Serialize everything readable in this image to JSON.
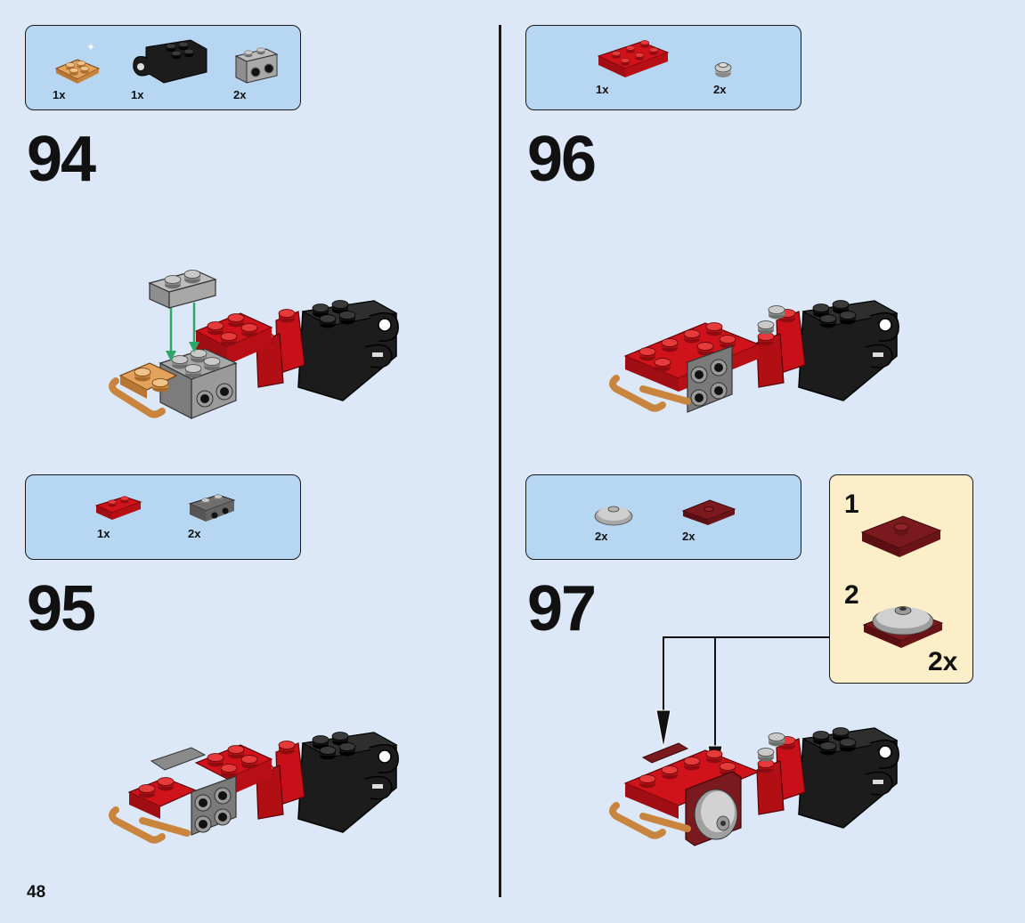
{
  "page": {
    "number": "48"
  },
  "steps": [
    {
      "number": "94",
      "parts": [
        {
          "name": "tan-plate-2x2-with-bar",
          "qty": "1x"
        },
        {
          "name": "black-bracket-with-clip",
          "qty": "1x"
        },
        {
          "name": "grey-bracket-1x2",
          "qty": "2x"
        }
      ]
    },
    {
      "number": "95",
      "parts": [
        {
          "name": "red-plate-1x2",
          "qty": "1x"
        },
        {
          "name": "dark-grey-bracket-1x2",
          "qty": "2x"
        }
      ]
    },
    {
      "number": "96",
      "parts": [
        {
          "name": "red-plate-2x3",
          "qty": "1x"
        },
        {
          "name": "grey-round-plate-1x1",
          "qty": "2x"
        }
      ]
    },
    {
      "number": "97",
      "parts": [
        {
          "name": "grey-dish-2x2",
          "qty": "2x"
        },
        {
          "name": "dark-red-plate-2x2-with-stud",
          "qty": "2x"
        }
      ]
    }
  ],
  "subassembly": {
    "steps": [
      {
        "number": "1"
      },
      {
        "number": "2"
      }
    ],
    "qty": "2x"
  },
  "colors": {
    "background": "#dce8f7",
    "parts_box": "#b7d6f2",
    "callout": "#fbeec9",
    "brick_red": "#d0121b",
    "dark_red": "#7a1a1e",
    "black": "#1c1c1c",
    "grey": "#a8a8a8",
    "tan": "#e3a35c",
    "arrow_green": "#2ea86a"
  }
}
